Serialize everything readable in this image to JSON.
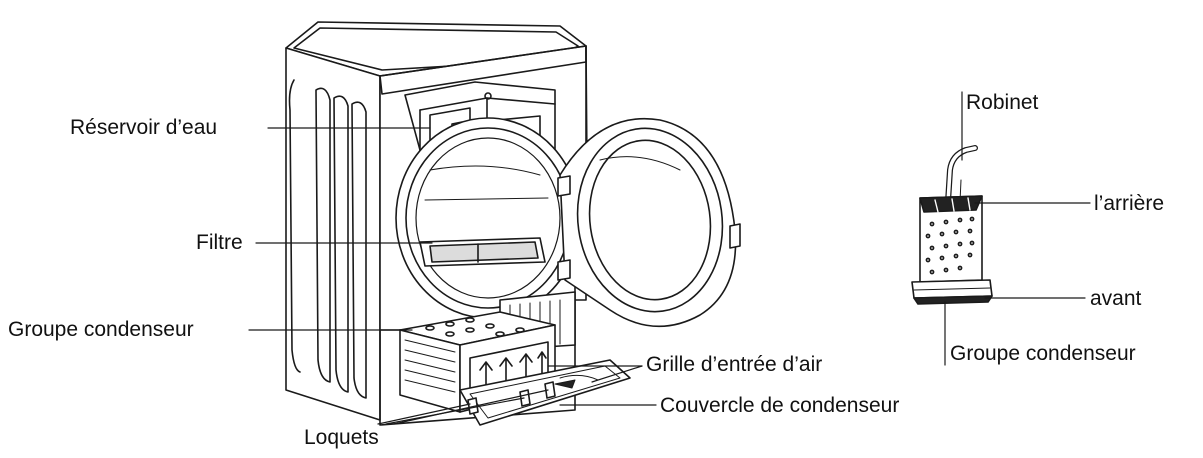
{
  "diagram": {
    "labels": {
      "reservoir": "Réservoir d’eau",
      "filtre": "Filtre",
      "groupe_left": "Groupe condenseur",
      "grille": "Grille d’entrée d’air",
      "couvercle": "Couvercle de condenseur",
      "loquets": "Loquets",
      "robinet": "Robinet",
      "arriere": "l’arrière",
      "avant": "avant",
      "groupe_right": "Groupe condenseur"
    },
    "colors": {
      "line": "#1a1a1a",
      "light": "#ffffff",
      "shade": "#dcdcdc",
      "dark": "#222222"
    }
  }
}
